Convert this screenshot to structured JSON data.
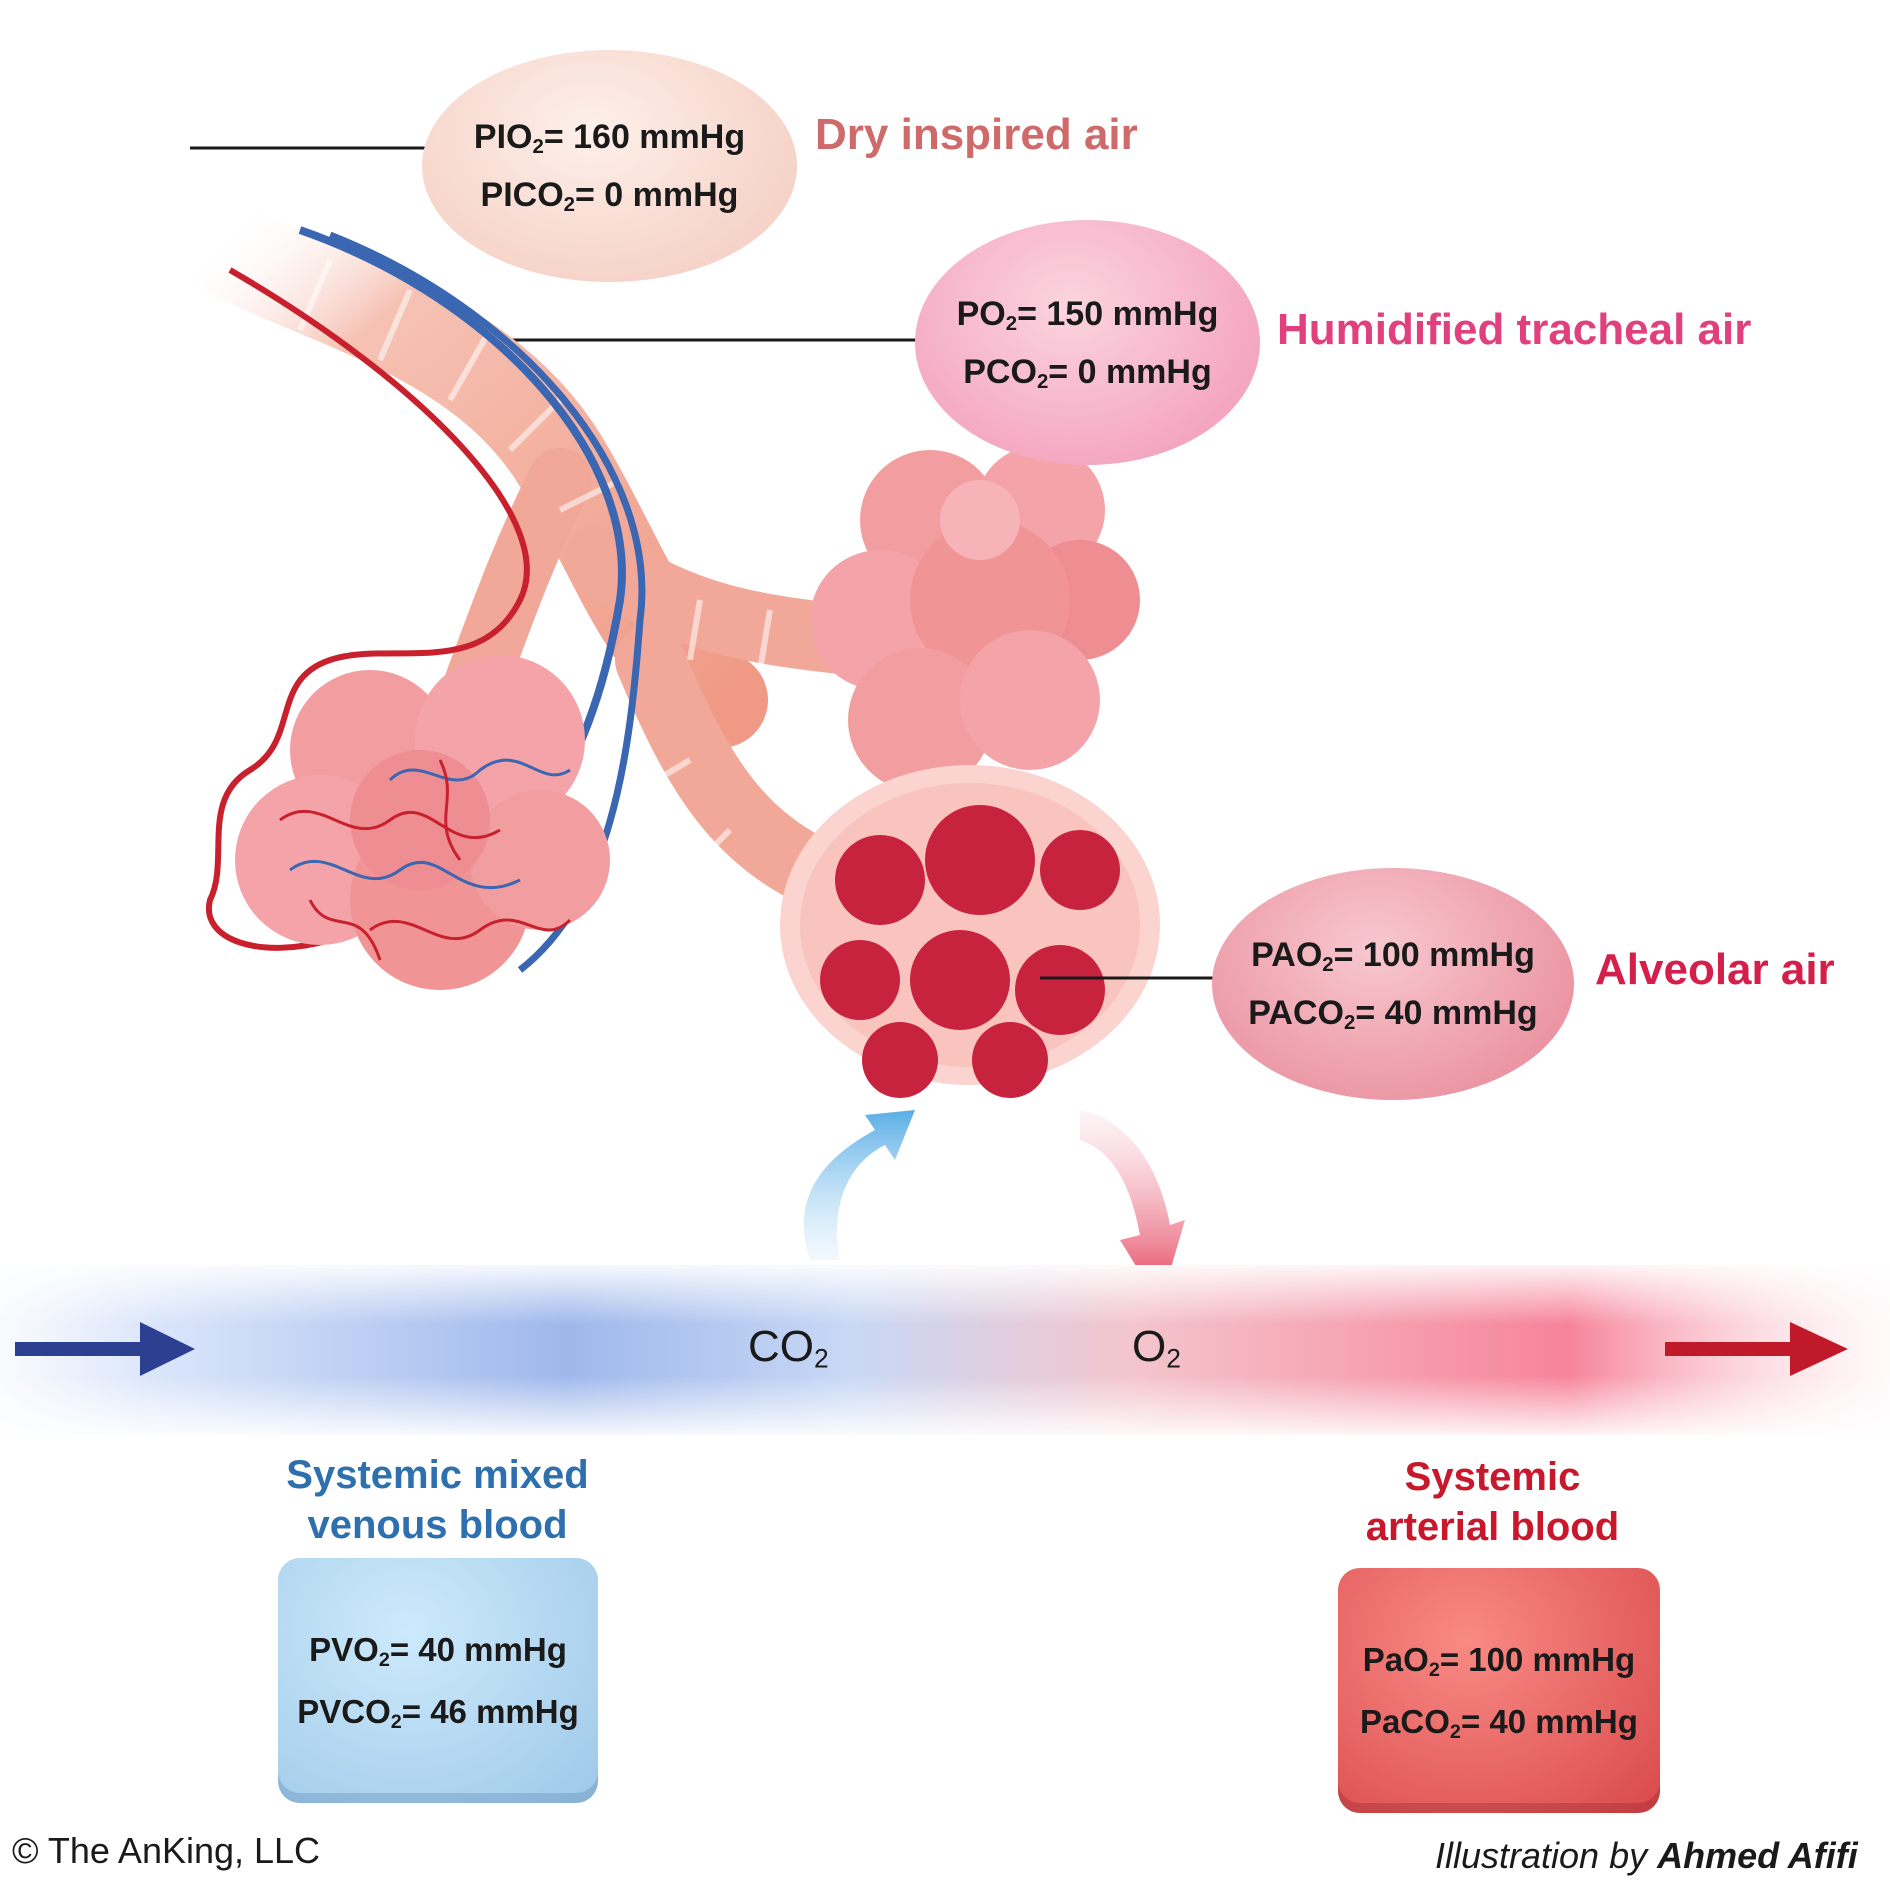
{
  "bubbles": {
    "dry": {
      "o2": {
        "pre": "PIO",
        "post": "= 160 mmHg"
      },
      "co2": {
        "pre": "PICO",
        "post": "= 0 mmHg"
      },
      "label": "Dry inspired air"
    },
    "tracheal": {
      "o2": {
        "pre": "PO",
        "post": "= 150 mmHg"
      },
      "co2": {
        "pre": "PCO",
        "post": "= 0 mmHg"
      },
      "label": "Humidified tracheal air"
    },
    "alveolar": {
      "o2": {
        "pre": "PAO",
        "post": "= 100 mmHg"
      },
      "co2": {
        "pre": "PACO",
        "post": "= 40 mmHg"
      },
      "label": "Alveolar air"
    }
  },
  "sub2": "2",
  "gas": {
    "co2": "CO",
    "o2": "O"
  },
  "venous": {
    "title_1": "Systemic mixed",
    "title_2": "venous blood",
    "o2": {
      "pre": "PVO",
      "post": "= 40 mmHg"
    },
    "co2": {
      "pre": "PVCO",
      "post": "= 46 mmHg"
    }
  },
  "arterial": {
    "title_1": "Systemic",
    "title_2": "arterial blood",
    "o2": {
      "pre": "PaO",
      "post": "= 100 mmHg"
    },
    "co2": {
      "pre": "PaCO",
      "post": "= 40 mmHg"
    }
  },
  "footer": {
    "copyright": "© The AnKing, LLC",
    "illus_prefix": "Illustration by ",
    "illus_name": "Ahmed Afifi"
  },
  "colors": {
    "dry_label": "#cf6a6a",
    "tracheal_label": "#e0407e",
    "alveolar_label": "#d41f4a",
    "venous_label": "#2e6fad",
    "arterial_label": "#c8182c"
  }
}
